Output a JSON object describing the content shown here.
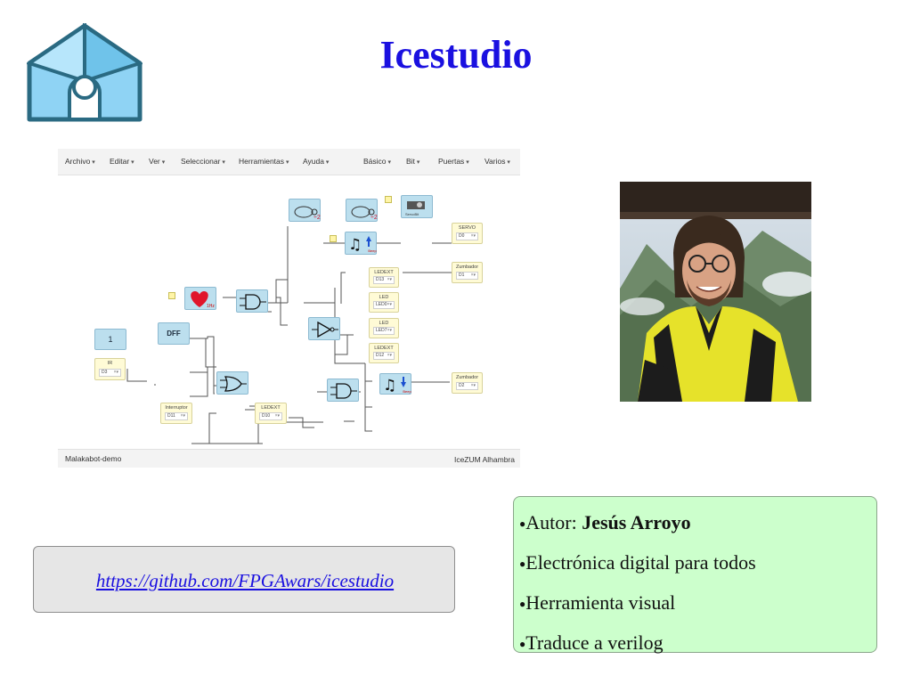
{
  "slide": {
    "title": "Icestudio"
  },
  "app": {
    "menus": [
      "Archivo",
      "Editar",
      "Ver",
      "Seleccionar",
      "Herramientas",
      "Ayuda"
    ],
    "block_menus": [
      "Básico",
      "Bit",
      "Puertas",
      "Varios"
    ],
    "status_left": "Malakabot-demo",
    "status_right": "IceZUM Alhambra",
    "blocks": {
      "constant_value": "1",
      "dff_label": "DFF",
      "beep_label": "Beep"
    },
    "ports": {
      "ir": {
        "title": "IR",
        "value": "D3"
      },
      "interruptor": {
        "title": "Interruptor",
        "value": "D11"
      },
      "ledext_bottom": {
        "title": "LEDEXT",
        "value": "D10"
      },
      "servo": {
        "title": "SERVO",
        "value": "D0"
      },
      "zumbador_top": {
        "title": "Zumbador",
        "value": "D1"
      },
      "ledext_1": {
        "title": "LEDEXT",
        "value": "D13"
      },
      "led_1": {
        "title": "LED",
        "value": "LED0"
      },
      "led_2": {
        "title": "LED",
        "value": "LED7"
      },
      "ledext_2": {
        "title": "LEDEXT",
        "value": "D12"
      },
      "zumbador_bottom": {
        "title": "Zumbador",
        "value": "D2"
      }
    }
  },
  "link": {
    "url_text": "https://github.com/FPGAwars/icestudio"
  },
  "info": {
    "bullet": "●",
    "items": [
      {
        "prefix": "Autor: ",
        "strong": "Jesús Arroyo"
      },
      {
        "prefix": "Electrónica digital para todos",
        "strong": ""
      },
      {
        "prefix": "Herramienta visual",
        "strong": ""
      },
      {
        "prefix": "Traduce a verilog",
        "strong": ""
      }
    ]
  },
  "colors": {
    "title": "#1a10e0",
    "logo_fill": "#8fd3f4",
    "logo_stroke": "#2a6a82",
    "info_bg": "#ccffcc",
    "block_fill": "#bcdfee",
    "port_fill": "#fffbd6"
  }
}
